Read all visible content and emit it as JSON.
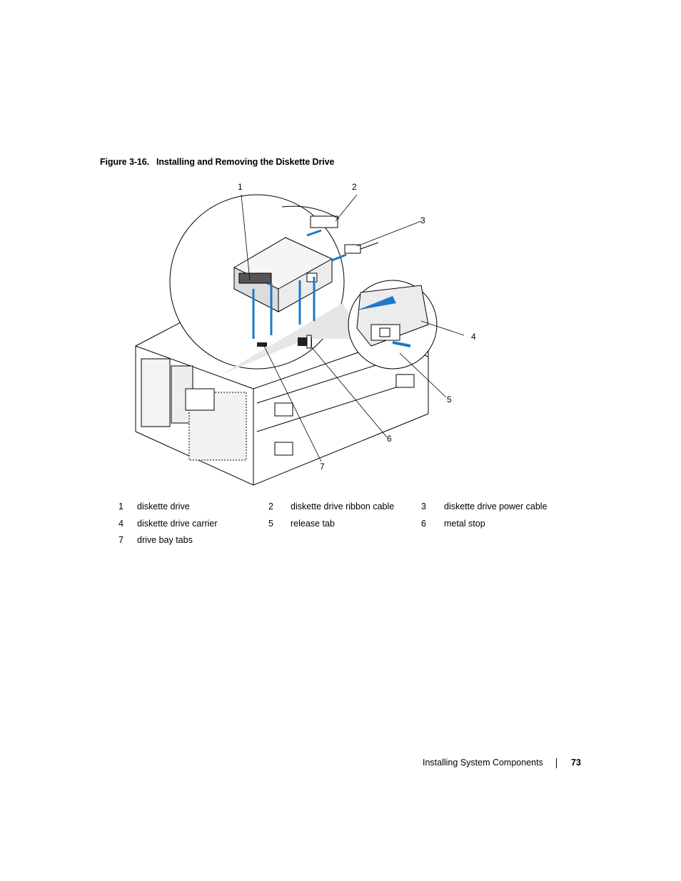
{
  "figure": {
    "number": "Figure 3-16.",
    "title": "Installing and Removing the Diskette Drive",
    "callouts": [
      "1",
      "2",
      "3",
      "4",
      "5",
      "6",
      "7"
    ]
  },
  "legend": [
    {
      "num": "1",
      "label": "diskette drive"
    },
    {
      "num": "2",
      "label": "diskette drive ribbon cable"
    },
    {
      "num": "3",
      "label": "diskette drive power cable"
    },
    {
      "num": "4",
      "label": "diskette drive carrier"
    },
    {
      "num": "5",
      "label": "release tab"
    },
    {
      "num": "6",
      "label": "metal stop"
    },
    {
      "num": "7",
      "label": "drive bay tabs"
    }
  ],
  "footer": {
    "section": "Installing System Components",
    "page": "73"
  },
  "colors": {
    "arrow_blue": "#1f78c8",
    "line": "#000000",
    "shade": "#e6e6e6"
  }
}
